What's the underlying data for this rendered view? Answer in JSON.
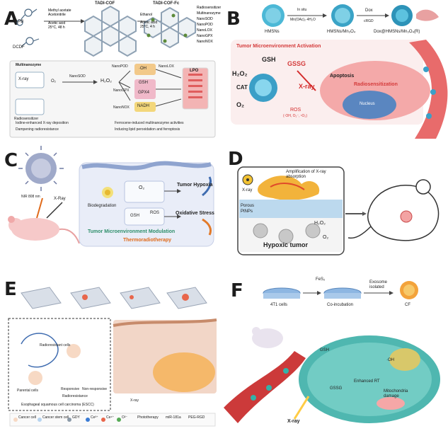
{
  "panels": {
    "a": {
      "label": "A",
      "tapb": "TAPB",
      "dadp": "DCDF",
      "tadi_cof": "TADI-COF",
      "tadi_cof_fc": "TADI-COF-Fc",
      "cond1": [
        "Methyl acetate",
        "Acetonitrile",
        "Acetic acid",
        "25°C, 48 h"
      ],
      "cond2": [
        "Ethanol",
        "Acetic acid",
        "25°C, 4 h"
      ],
      "features": [
        "Radiosensitizer",
        "Multinanozyme",
        "NanoSOD",
        "NanoPOD",
        "NanoLOX",
        "NanoGPX",
        "NanoNOX"
      ],
      "multinanozyme": "Multinanozyme",
      "xray": "X-ray",
      "radiosensitizer": "Radiosensitizer",
      "o2": "O₂",
      "nanosod": "NanoSOD",
      "h2o2": "H₂O₂",
      "nanopod": "NanoPOD",
      "nanogpx": "NanoGPX",
      "nanonox": "NanoNOX",
      "nanolox": "NanoLOX",
      "oh": "·OH",
      "gsh": "GSH",
      "gpx4": "GPX4",
      "nadh": "NADH",
      "lpo": "LPO",
      "notes": [
        "Iodine-enhanced X-ray deposition",
        "Dampening radioresistance",
        "Ferrocene-induced multinanozyme activities",
        "Inducing lipid peroxidation and ferroptosis"
      ]
    },
    "b": {
      "label": "B",
      "hmsns": "HMSNs",
      "insitu": "In situ",
      "mn_reagent": "Mn(OAc)₂·4H₂O",
      "hmsns_mn": "HMSNs/Mn₃O₄",
      "dox": "Dox",
      "crgd": "cRGD",
      "dox_hmsns": "Dox@HMSNs/Mn₃O₄(R)",
      "activation": "Tumor Microenvironment Activation",
      "gsh": "GSH",
      "gssg": "GSSG",
      "h2o2": "H₂O₂",
      "cat": "CAT",
      "xray": "X-ray",
      "o2": "O₂",
      "ros": "ROS",
      "ros_detail": "(·OH, O₂⁻, ¹O₂)",
      "apoptosis": "Apoptosis",
      "radiosensitization": "Radiosensitization",
      "nucleus": "Nucleus"
    },
    "c": {
      "label": "C",
      "nir": "NIR 808 nm",
      "xray": "X-Ray",
      "biodegradation": "Biodegradation",
      "o2": "O₂",
      "tumor_hypoxia": "Tumor Hypoxia",
      "gsh": "GSH",
      "ros": "ROS",
      "oxidative_stress": "Oxidative Stress",
      "tme_modulation": "Tumor Microenvironment Modulation",
      "thermoradio": "Thermoradiotherapy"
    },
    "d": {
      "label": "D",
      "amplification": "Amplification of X-ray absorption",
      "xray": "X-ray",
      "porous": "Porous",
      "ptnps": "PtNPs",
      "h2o2": "H₂O₂",
      "o2": "O₂",
      "hypoxic": "Hypoxic tumor"
    },
    "e": {
      "label": "E",
      "legend": [
        "Cancer cell",
        "Cancer stem cell",
        "GDY",
        "Ce³⁺",
        "Ce⁴⁺",
        "O²⁻",
        "Phototherapy",
        "miR-181a",
        "PEG-RGD"
      ],
      "esophageal": "Esophageal squamous cell carcinoma (ESCC)",
      "responsive": "Responsive",
      "nonresponsive": "Non-responsive",
      "radioresistant": "Radioresistant cells",
      "parental": "Parental cells",
      "radioresistance": "Radioresistance",
      "xray": "X-ray"
    },
    "f": {
      "label": "F",
      "fes2": "FeS₂",
      "cells": "4T1 cells",
      "coincubation": "Co-incubation",
      "exosome": "Exosome isolated",
      "cf": "CF",
      "gsh": "GSH",
      "gssg": "GSSG",
      "enhanced": "Enhanced RT",
      "oh": "·OH",
      "mito": "Mitochondria damage",
      "xray": "X-ray"
    }
  }
}
